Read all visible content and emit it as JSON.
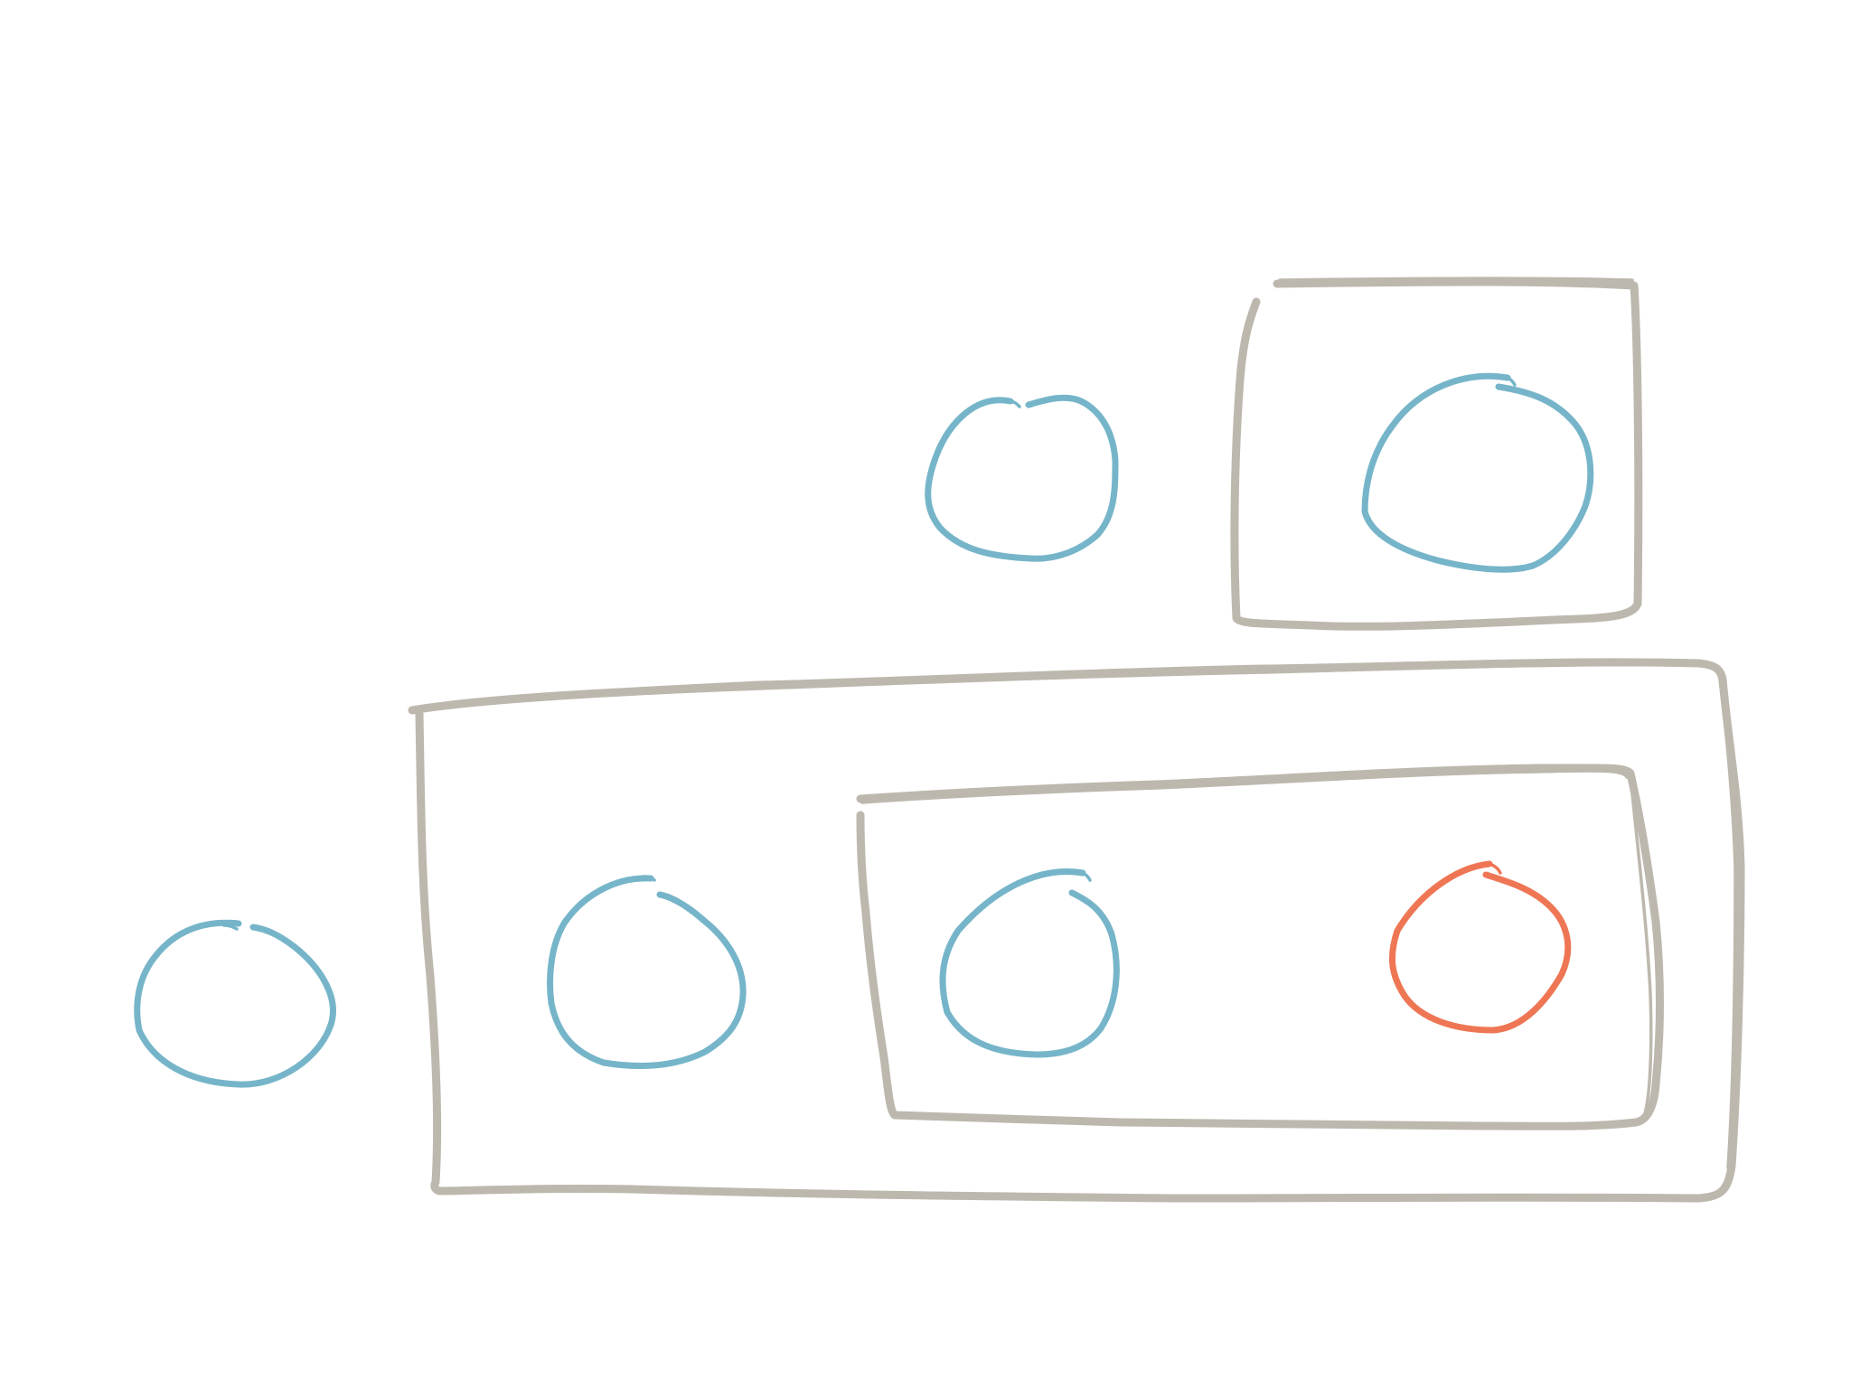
{
  "colors": {
    "background": "#ffffff",
    "frame_stroke": "#bdb8ae",
    "node_default": "#76b5c9",
    "node_highlight": "#ef7654"
  },
  "frames": [
    {
      "id": "top-right-frame",
      "contains": [
        "node-top-right"
      ]
    },
    {
      "id": "bottom-outer-frame",
      "contains": [
        "node-outer-left",
        "inner-frame"
      ]
    },
    {
      "id": "inner-frame",
      "contains": [
        "node-inner-left",
        "node-inner-right"
      ]
    }
  ],
  "nodes": [
    {
      "id": "node-top-free",
      "color": "default",
      "container": null
    },
    {
      "id": "node-top-right",
      "color": "default",
      "container": "top-right-frame"
    },
    {
      "id": "node-bottom-free",
      "color": "default",
      "container": null
    },
    {
      "id": "node-outer-left",
      "color": "default",
      "container": "bottom-outer-frame"
    },
    {
      "id": "node-inner-left",
      "color": "default",
      "container": "inner-frame"
    },
    {
      "id": "node-inner-right",
      "color": "highlight",
      "container": "inner-frame"
    }
  ]
}
